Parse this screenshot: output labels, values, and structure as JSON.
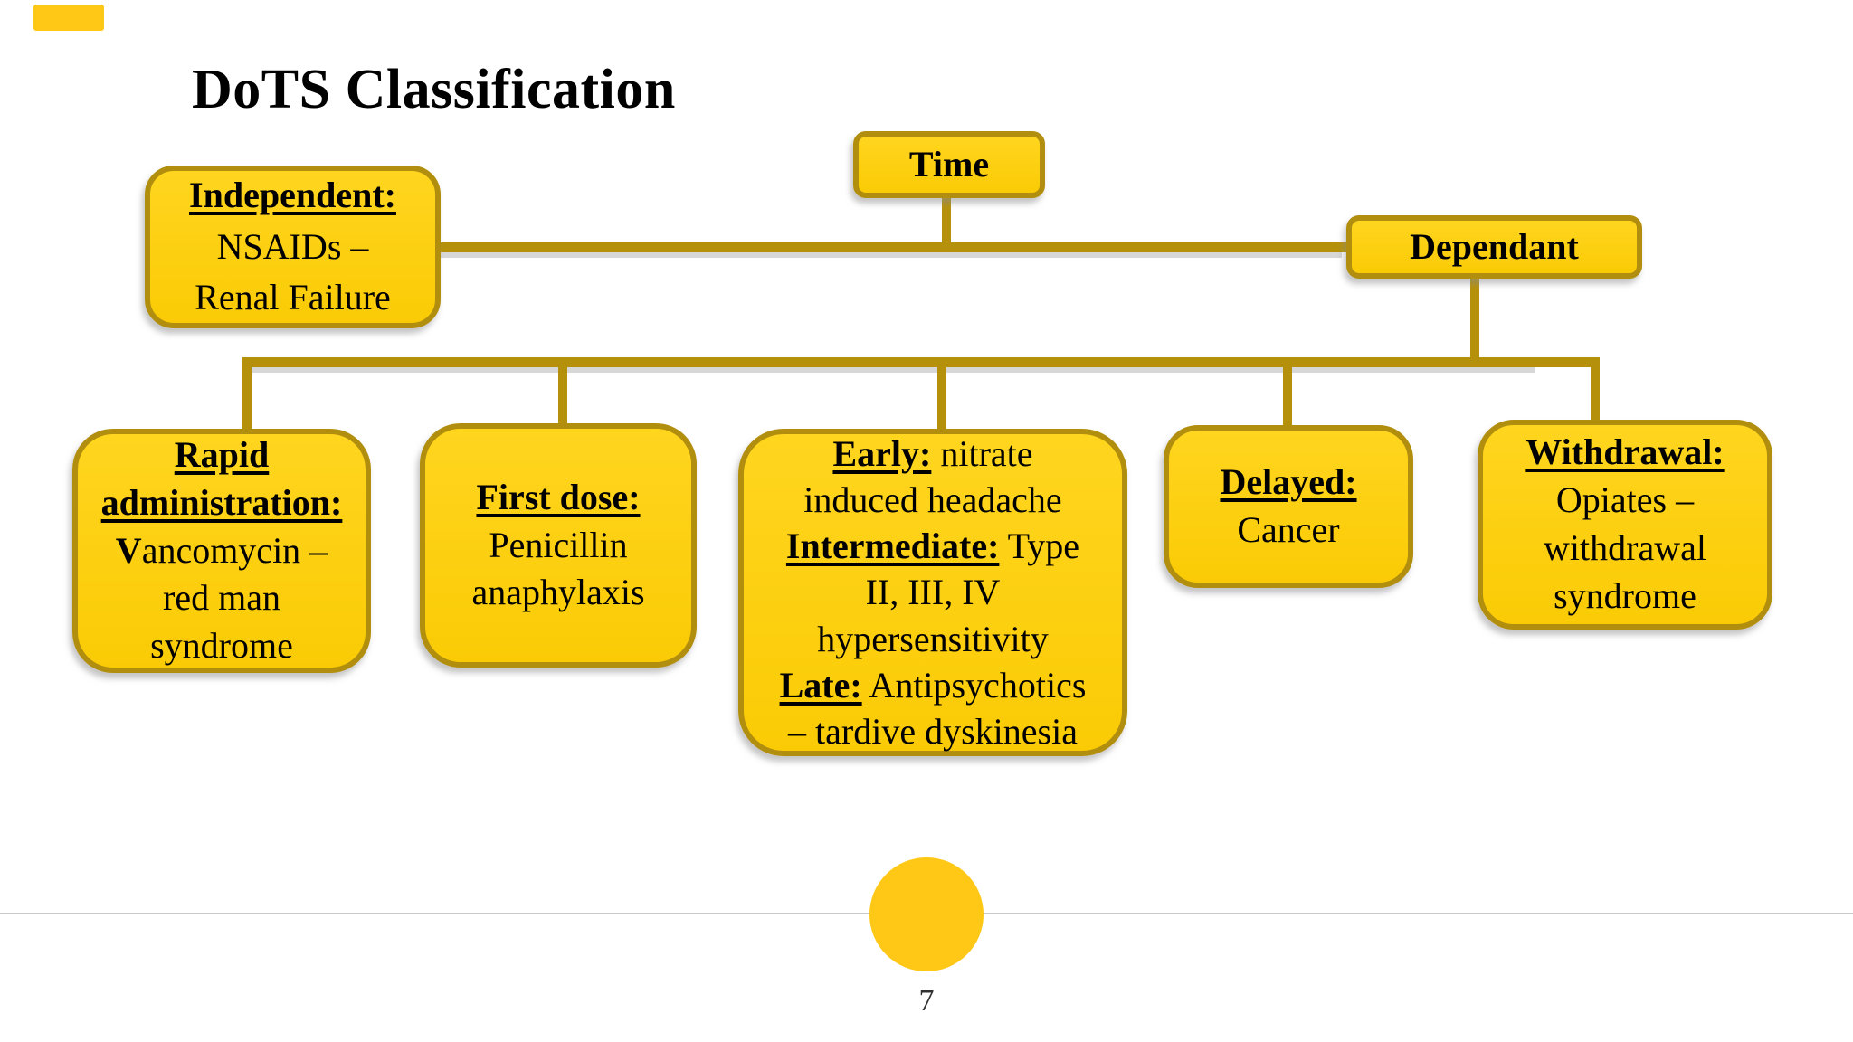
{
  "slide": {
    "title": "DoTS Classification",
    "page_number": "7"
  },
  "colors": {
    "box_fill_top": "#FFD51F",
    "box_fill_bottom": "#FACB05",
    "box_border": "#B28E0E",
    "connector": "#B5910B",
    "connector_shadow": "#C9C9C9",
    "accent": "#FFC716",
    "divider": "#C9C9C9",
    "ink": "#000000",
    "page_ink": "#303030"
  },
  "diagram": {
    "time": {
      "label": "Time"
    },
    "dependant": {
      "label": "Dependant"
    },
    "boxes": {
      "independent": {
        "lines": [
          [
            {
              "t": "Independent:",
              "b": true,
              "u": true
            }
          ],
          [
            {
              "t": "NSAIDs –"
            }
          ],
          [
            {
              "t": "Renal Failure"
            }
          ]
        ]
      },
      "rapid": {
        "lines": [
          [
            {
              "t": "Rapid",
              "b": true,
              "u": true
            }
          ],
          [
            {
              "t": "administration:",
              "b": true,
              "u": true
            }
          ],
          [
            {
              "t": "V",
              "b": true
            },
            {
              "t": "ancomycin –"
            }
          ],
          [
            {
              "t": "red man"
            }
          ],
          [
            {
              "t": "syndrome"
            }
          ]
        ]
      },
      "first_dose": {
        "lines": [
          [
            {
              "t": "First dose:",
              "b": true,
              "u": true
            }
          ],
          [
            {
              "t": "Penicillin"
            }
          ],
          [
            {
              "t": "anaphylaxis"
            }
          ]
        ]
      },
      "early_intermediate_late": {
        "lines": [
          [
            {
              "t": "Early:",
              "b": true,
              "u": true
            },
            {
              "t": " nitrate"
            }
          ],
          [
            {
              "t": "induced headache"
            }
          ],
          [
            {
              "t": "Intermediate:",
              "b": true,
              "u": true
            },
            {
              "t": " Type"
            }
          ],
          [
            {
              "t": "II, III, IV"
            }
          ],
          [
            {
              "t": "hypersensitivity"
            }
          ],
          [
            {
              "t": "Late:",
              "b": true,
              "u": true
            },
            {
              "t": " Antipsychotics"
            }
          ],
          [
            {
              "t": "– tardive dyskinesia"
            }
          ]
        ]
      },
      "delayed": {
        "lines": [
          [
            {
              "t": "Delayed:",
              "b": true,
              "u": true
            }
          ],
          [
            {
              "t": "Cancer"
            }
          ]
        ]
      },
      "withdrawal": {
        "lines": [
          [
            {
              "t": "Withdrawal:",
              "b": true,
              "u": true
            }
          ],
          [
            {
              "t": "Opiates –"
            }
          ],
          [
            {
              "t": "withdrawal"
            }
          ],
          [
            {
              "t": "syndrome"
            }
          ]
        ]
      }
    }
  }
}
